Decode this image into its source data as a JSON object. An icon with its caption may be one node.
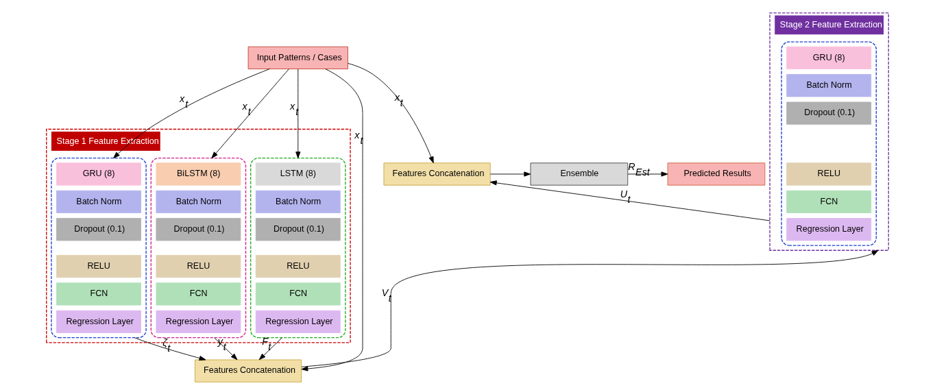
{
  "diagram": {
    "nodes": [
      {
        "text": [
          "Input Patterns / Cases"
        ]
      },
      {
        "text": [
          "Stage 1 Feature Extraction"
        ]
      },
      {
        "text": [],
        "shape": "box",
        "in": 1
      },
      {
        "text": [
          "GRU (8)"
        ],
        "in": 2
      },
      {
        "text": [
          "Batch Norm"
        ],
        "in": 2
      },
      {
        "text": [
          "Dropout (0.1)"
        ],
        "in": 2
      },
      {
        "text": [
          "RELU"
        ],
        "in": 2
      },
      {
        "text": [
          "FCN"
        ],
        "in": 2
      },
      {
        "text": [
          "Regression Layer"
        ],
        "in": 2
      },
      {
        "text": [],
        "shape": "box",
        "in": 1
      },
      {
        "text": [
          "BiLSTM (8)"
        ],
        "in": 9
      },
      {
        "text": [
          "Batch Norm"
        ],
        "in": 9
      },
      {
        "text": [
          "Dropout (0.1)"
        ],
        "in": 9
      },
      {
        "text": [
          "RELU"
        ],
        "in": 9
      },
      {
        "text": [
          "FCN"
        ],
        "in": 9
      },
      {
        "text": [
          "Regression Layer"
        ],
        "in": 9
      },
      {
        "text": [],
        "shape": "box",
        "in": 1
      },
      {
        "text": [
          "LSTM (8)"
        ],
        "in": 16
      },
      {
        "text": [
          "Batch Norm"
        ],
        "in": 16
      },
      {
        "text": [
          "Dropout (0.1)"
        ],
        "in": 16
      },
      {
        "text": [
          "RELU"
        ],
        "in": 16
      },
      {
        "text": [
          "FCN"
        ],
        "in": 16
      },
      {
        "text": [
          "Regression Layer"
        ],
        "in": 16
      },
      {
        "text": [
          "Features Concatenation"
        ]
      },
      {
        "text": [
          "Stage 2 Feature Extraction"
        ]
      },
      {
        "text": [],
        "shape": "box",
        "in": 24
      },
      {
        "text": [
          "GRU (8)"
        ],
        "in": 25
      },
      {
        "text": [
          "Batch Norm"
        ],
        "in": 25
      },
      {
        "text": [
          "Dropout (0.1)"
        ],
        "in": 25
      },
      {
        "text": [
          "RELU"
        ],
        "in": 25
      },
      {
        "text": [
          "FCN"
        ],
        "in": 25
      },
      {
        "text": [
          "Regression Layer"
        ],
        "in": 25
      },
      {
        "text": [
          "Features Concatenation"
        ]
      },
      {
        "text": [
          "Ensemble"
        ]
      },
      {
        "text": [
          "Predicted Results"
        ]
      }
    ],
    "edges": [
      {
        "from": 0,
        "to": 2,
        "arrow": "to",
        "label": "x$_{t}$"
      },
      {
        "from": 0,
        "to": 9,
        "arrow": "to",
        "label": "x$_{t}$"
      },
      {
        "from": 0,
        "to": 16,
        "arrow": "to",
        "label": "x$_{t}$"
      },
      {
        "from": 0,
        "to": 23,
        "arrow": "to",
        "label": "x$_{t}$"
      },
      {
        "from": 0,
        "to": 32,
        "arrow": "to",
        "label": "x$_{t}$"
      },
      {
        "from": 2,
        "to": 23,
        "arrow": "to",
        "label": "ζ$_{t}$"
      },
      {
        "from": 9,
        "to": 23,
        "arrow": "to",
        "label": "y$_{t}$"
      },
      {
        "from": 16,
        "to": 23,
        "arrow": "to",
        "label": "F$_{t}$"
      },
      {
        "from": 23,
        "to": 24,
        "arrow": "to",
        "label": "V$_{t}$"
      },
      {
        "from": 24,
        "to": 32,
        "arrow": "to",
        "label": "U$_{t}$"
      },
      {
        "from": 32,
        "to": 33,
        "arrow": "to"
      },
      {
        "from": 33,
        "to": 34,
        "arrow": "to",
        "label": "R$_{Est}$"
      }
    ]
  }
}
